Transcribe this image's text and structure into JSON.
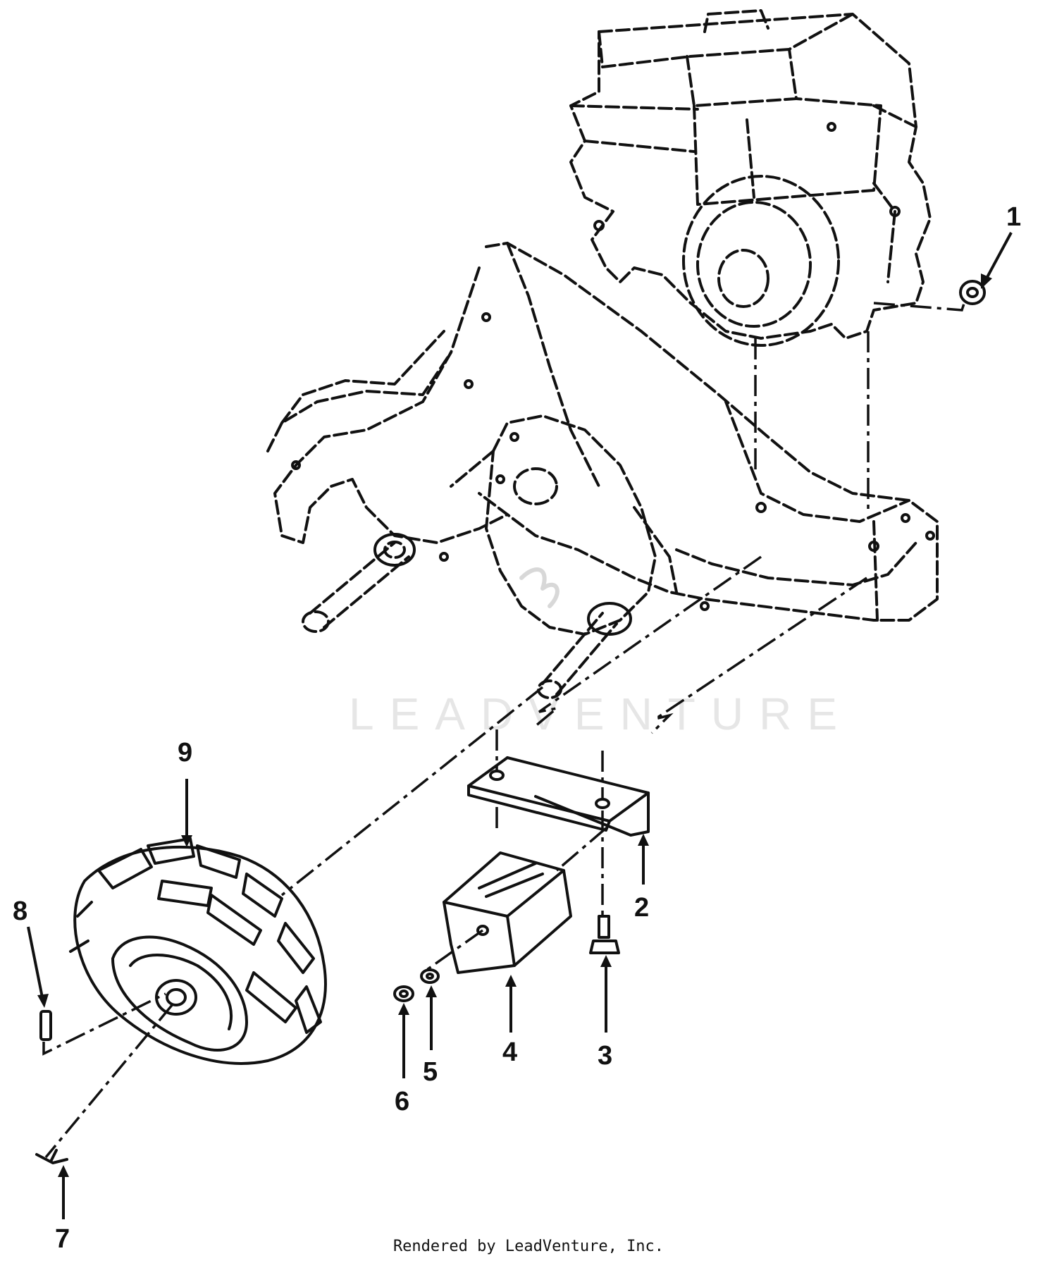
{
  "watermark": "LEADVENTURE",
  "footer": "Rendered by LeadVenture, Inc.",
  "callouts": {
    "c1": "1",
    "c2": "2",
    "c3": "3",
    "c4": "4",
    "c5": "5",
    "c6": "6",
    "c7": "7",
    "c8": "8",
    "c9": "9"
  }
}
